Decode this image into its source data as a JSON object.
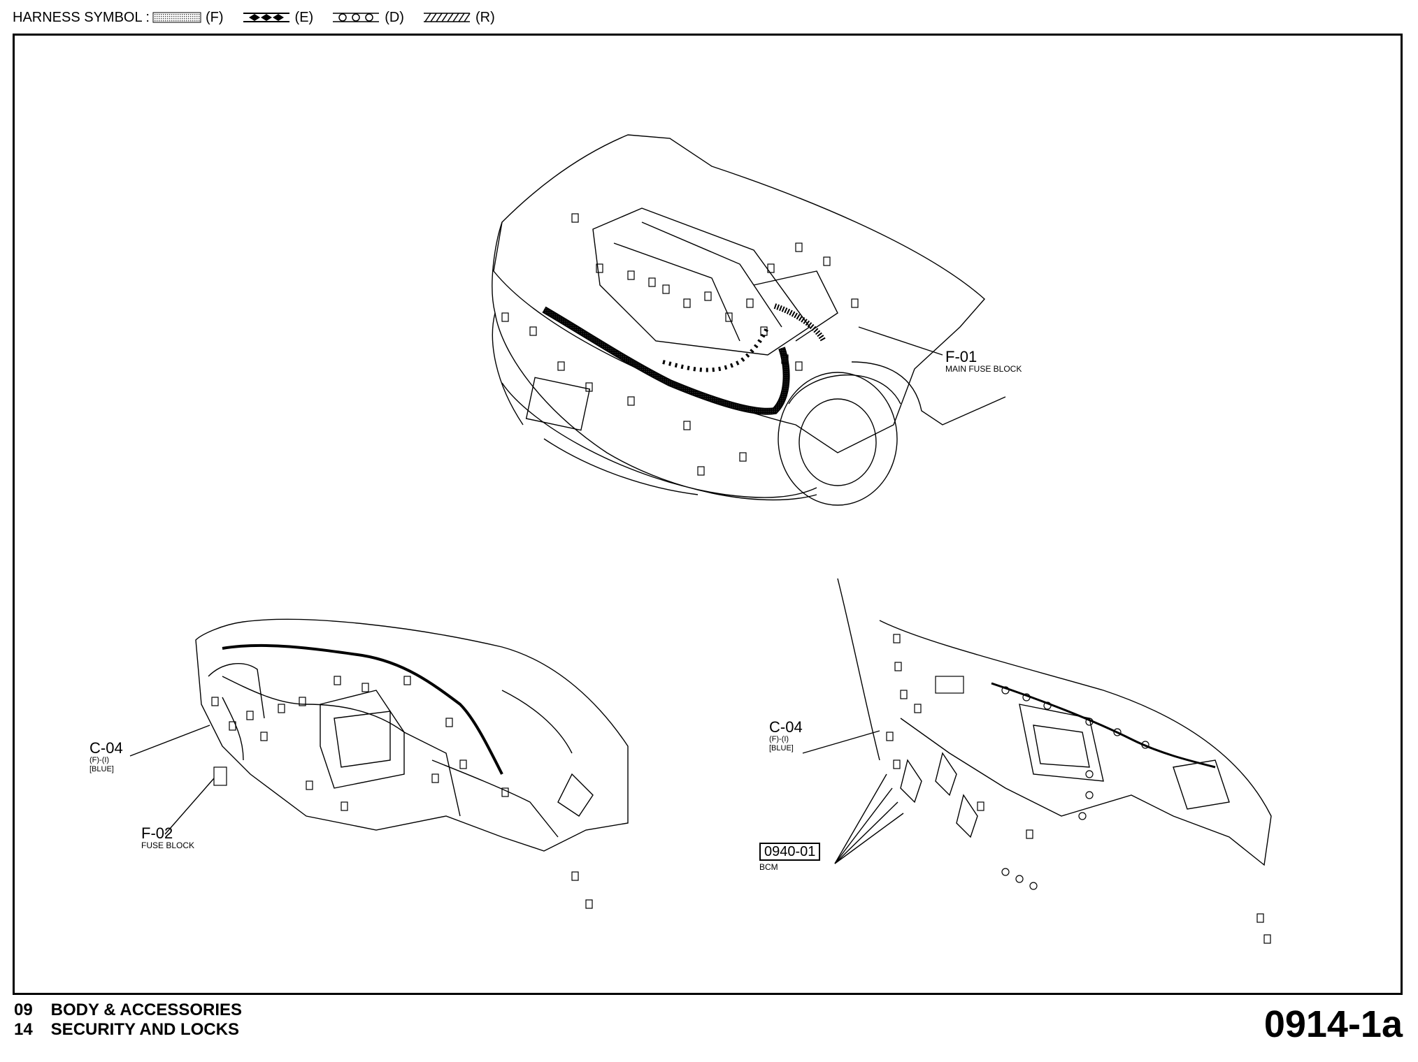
{
  "legend": {
    "title": "HARNESS SYMBOL :",
    "items": [
      {
        "code": "(F)",
        "pattern": "dotted"
      },
      {
        "code": "(E)",
        "pattern": "diamonds"
      },
      {
        "code": "(D)",
        "pattern": "circles"
      },
      {
        "code": "(R)",
        "pattern": "hatched"
      }
    ]
  },
  "callouts": {
    "f01": {
      "code": "F-01",
      "desc": "MAIN FUSE BLOCK"
    },
    "c04_left": {
      "code": "C-04",
      "line1": "(F)-(I)",
      "line2": "[BLUE]"
    },
    "f02": {
      "code": "F-02",
      "desc": "FUSE BLOCK"
    },
    "c04_right": {
      "code": "C-04",
      "line1": "(F)-(I)",
      "line2": "[BLUE]"
    },
    "bcm": {
      "code": "0940-01",
      "desc": "BCM"
    }
  },
  "footer": {
    "section_num": "09",
    "section_label": "BODY & ACCESSORIES",
    "subsection_num": "14",
    "subsection_label": "SECURITY AND LOCKS",
    "page_id": "0914-1a"
  }
}
